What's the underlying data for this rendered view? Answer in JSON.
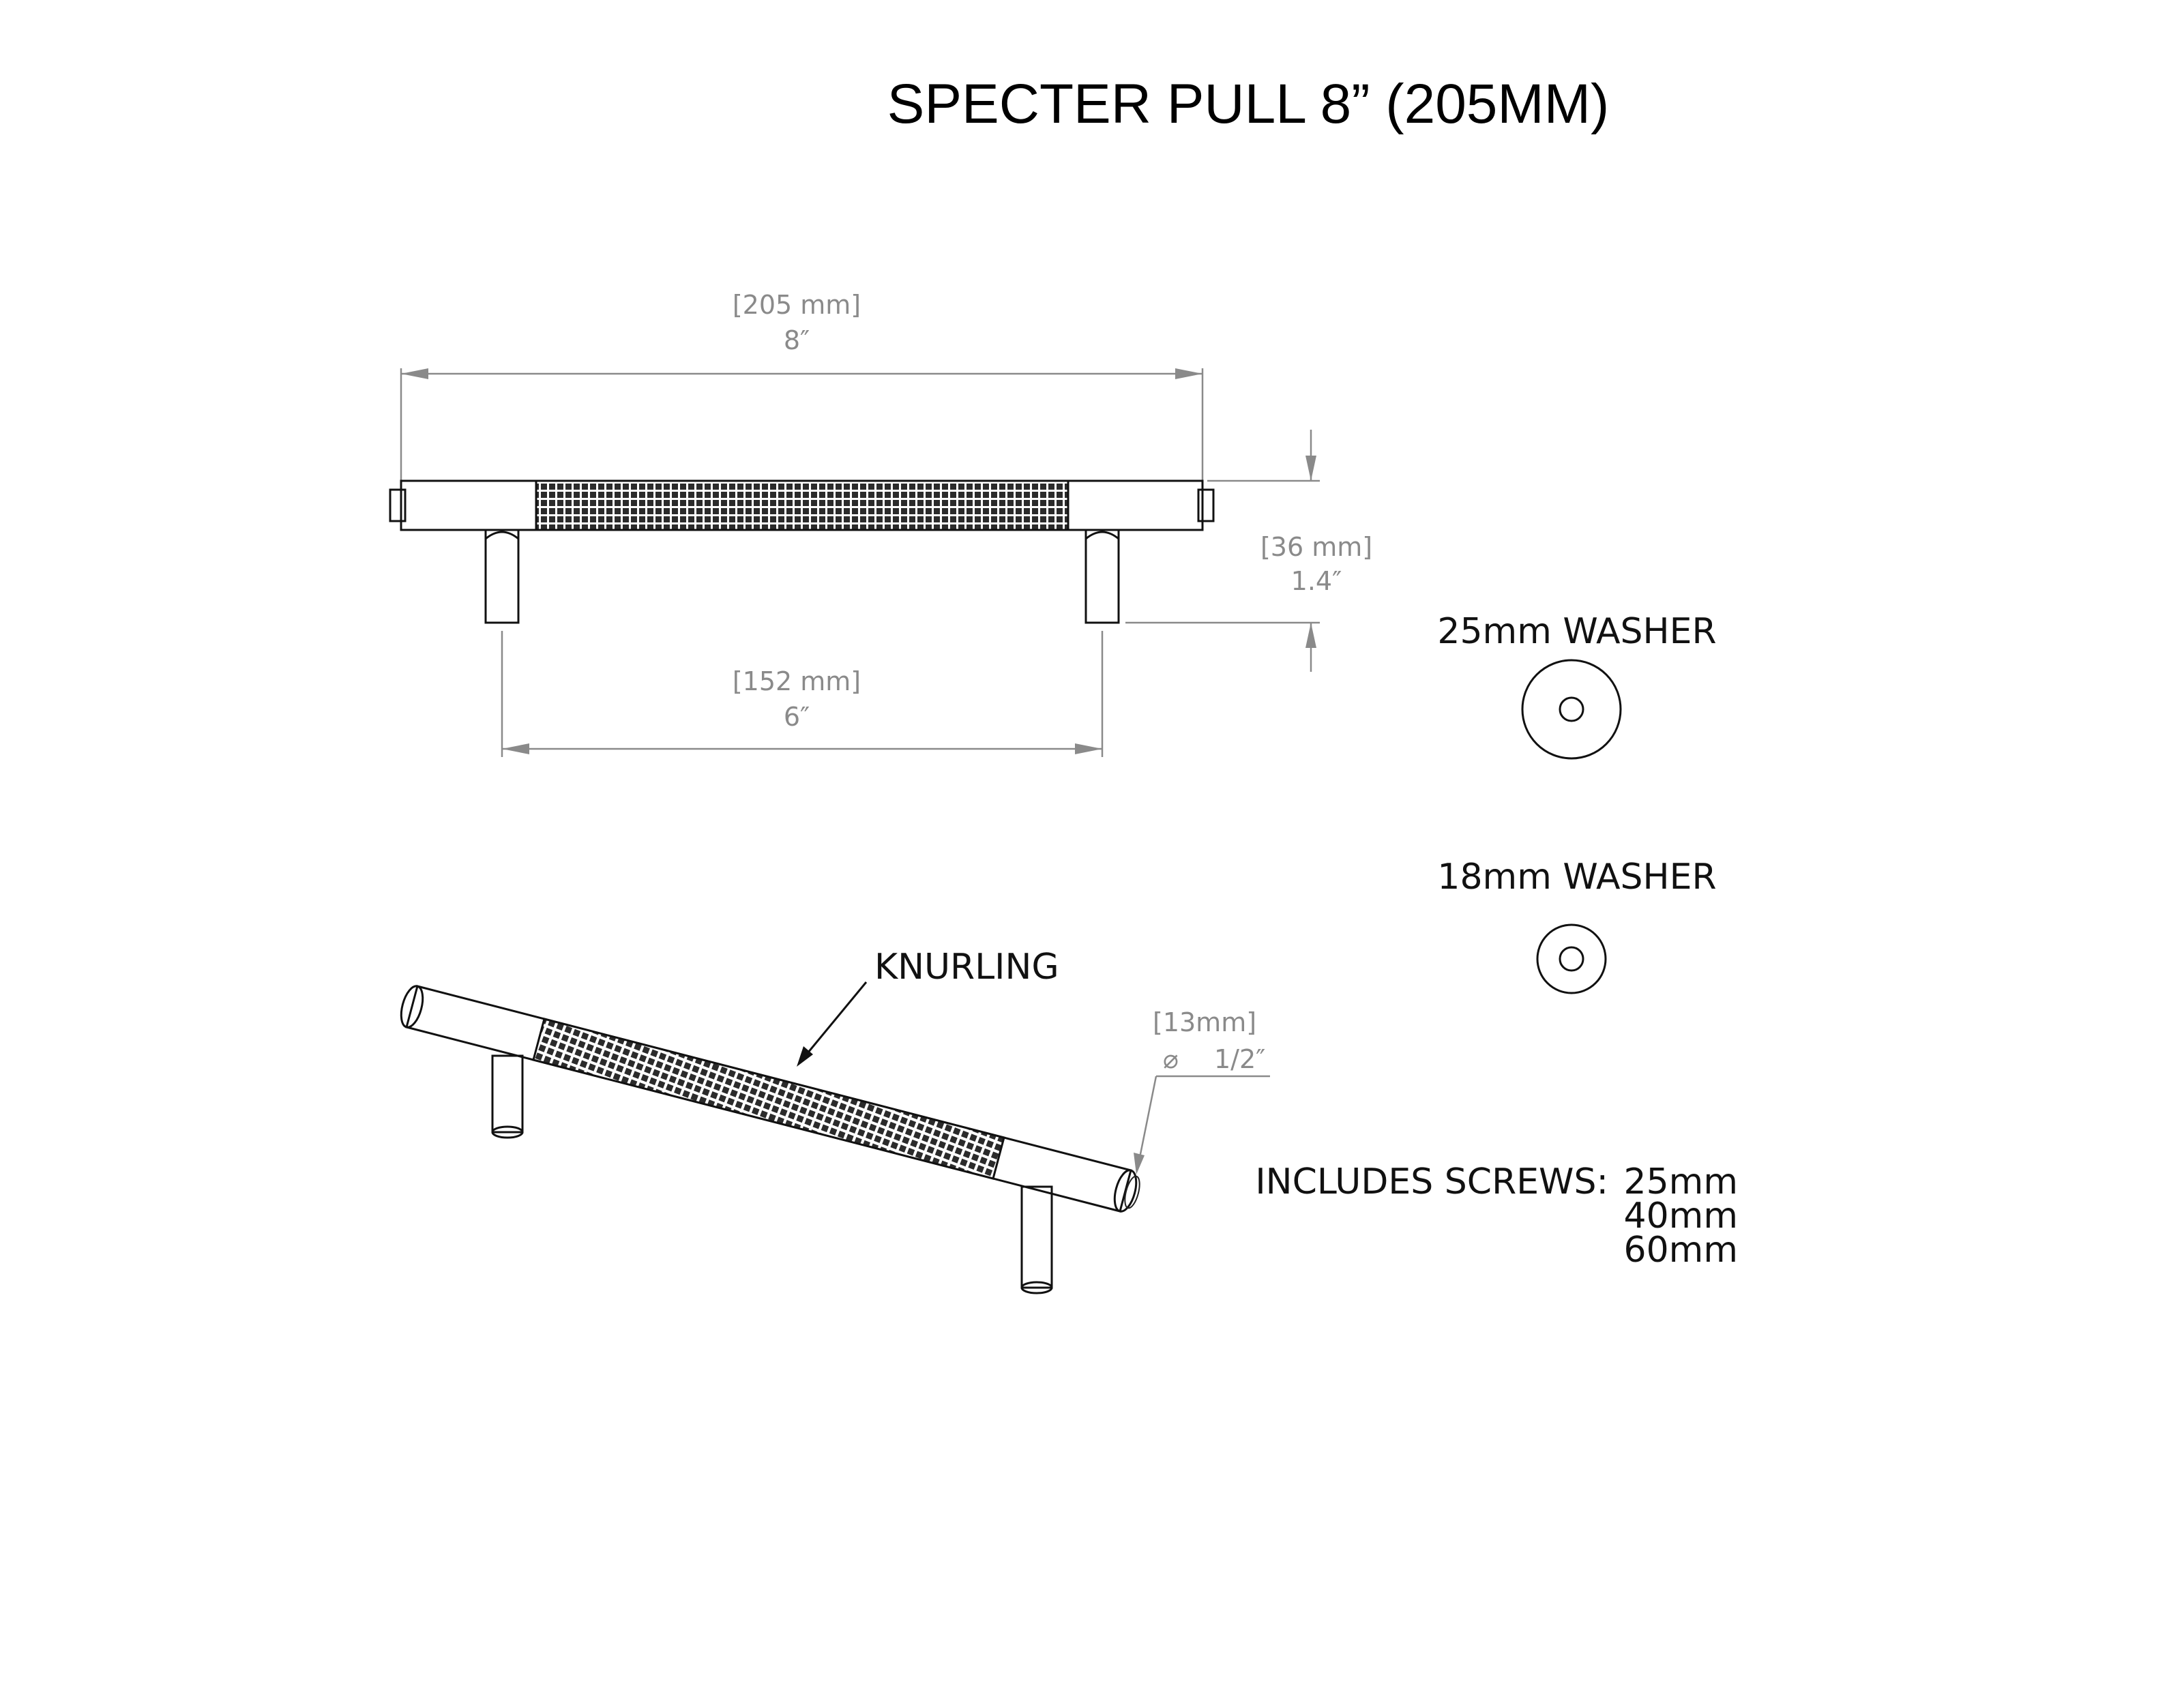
{
  "title": "SPECTER PULL 8” (205MM)",
  "dimensions": {
    "overall_length": {
      "metric": "[205 mm]",
      "imperial": "8″"
    },
    "projection": {
      "metric": "[36 mm]",
      "imperial": "1.4″"
    },
    "center_to_center": {
      "metric": "[152 mm]",
      "imperial": "6″"
    },
    "diameter": {
      "metric": "[13mm]",
      "symbol": "⌀",
      "imperial": "1/2″"
    }
  },
  "callouts": {
    "knurling": "KNURLING"
  },
  "washers": [
    {
      "label": "25mm WASHER"
    },
    {
      "label": "18mm WASHER"
    }
  ],
  "screws": {
    "label": "INCLUDES SCREWS:",
    "sizes": [
      "25mm",
      "40mm",
      "60mm"
    ]
  }
}
